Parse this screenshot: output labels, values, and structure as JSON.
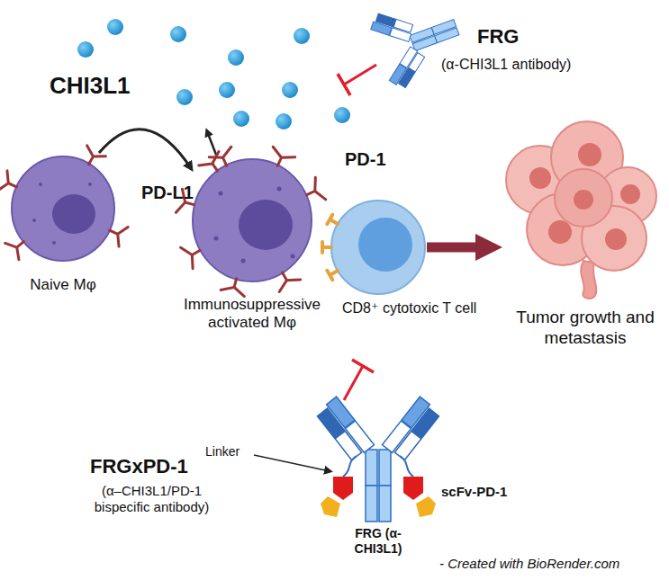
{
  "diagram": {
    "nodes": [
      {
        "text": [
          "Naive Mφ"
        ]
      },
      {
        "text": [
          "PD-L1",
          "Immunosuppressive activated Mφ"
        ]
      },
      {
        "text": [
          "PD-1",
          "CD8⁺ cytotoxic T cell"
        ]
      },
      {
        "text": [
          "Tumor growth and metastasis"
        ]
      }
    ],
    "edges": [
      {
        "from": 0,
        "to": 1,
        "arrow": "to"
      },
      {
        "from": 2,
        "to": 3,
        "arrow": "to"
      }
    ],
    "labels": [
      "CHI3L1",
      "FRG",
      "(α-CHI3L1 antibody)",
      "FRGxPD-1",
      "(α–CHI3L1/PD-1 bispecific antibody)",
      "Linker",
      "FRG (α-CHI3L1)",
      "scFv-PD-1",
      "- Created with BioRender.com"
    ]
  }
}
